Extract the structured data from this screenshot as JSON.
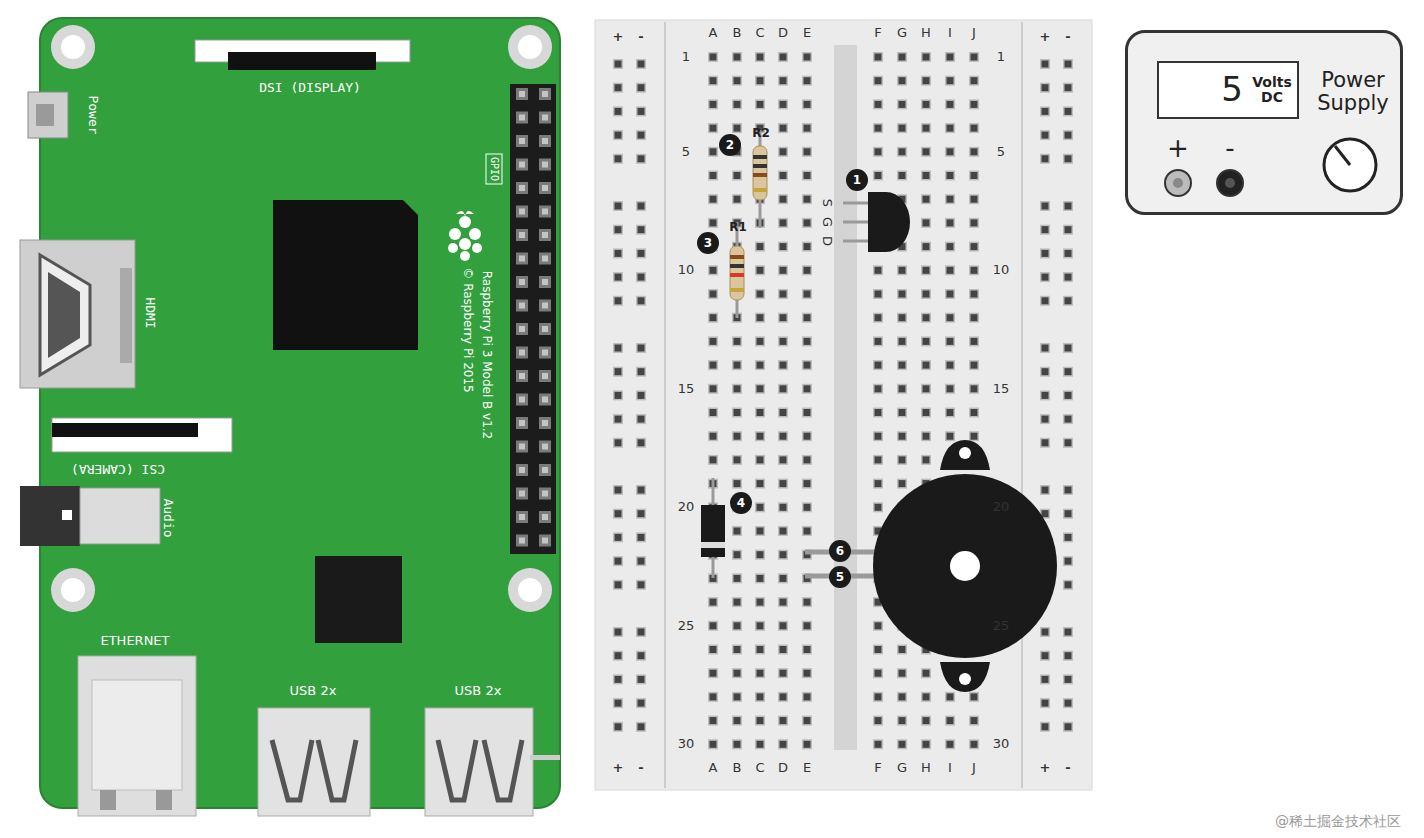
{
  "diagram": {
    "nodes": [
      {
        "text": [
          "5",
          "Volts DC",
          "Power Supply",
          "+",
          "-"
        ]
      }
    ],
    "labels": [
      "Power",
      "DSI (DISPLAY)",
      "GPIO",
      "HDMI",
      "Raspberry Pi 3 Model B v1.2",
      "© Raspberry Pi 2015",
      "CSI (CAMERA)",
      "Audio",
      "ETHERNET",
      "USB 2x",
      "USB 2x",
      "A",
      "B",
      "C",
      "D",
      "E",
      "F",
      "G",
      "H",
      "I",
      "J",
      "A",
      "B",
      "C",
      "D",
      "E",
      "F",
      "G",
      "H",
      "I",
      "J",
      "+",
      "-",
      "+",
      "-",
      "+",
      "-",
      "+",
      "-",
      "1",
      "5",
      "10",
      "15",
      "20",
      "25",
      "30",
      "1",
      "5",
      "10",
      "15",
      "20",
      "25",
      "30",
      "1",
      "2",
      "3",
      "4",
      "5",
      "6",
      "R2",
      "R1",
      "S",
      "G",
      "D",
      "@稀土掘金技术社区"
    ]
  }
}
